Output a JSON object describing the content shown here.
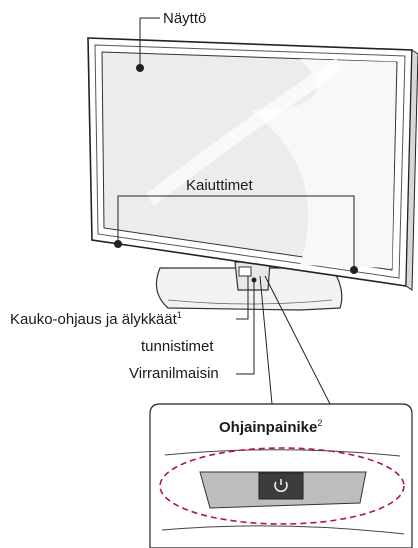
{
  "labels": {
    "naytto": "Näyttö",
    "kaiuttimet": "Kaiuttimet",
    "kauko_ohjaus": "Kauko-ohjaus ja älykkäät",
    "kauko_ohjaus_sup": "1",
    "tunnistimet": "tunnistimet",
    "virranilmaisin": "Virranilmaisin",
    "ohjainpainike": "Ohjainpainike",
    "ohjainpainike_sup": "2"
  },
  "icons": {
    "power": "power-icon"
  }
}
